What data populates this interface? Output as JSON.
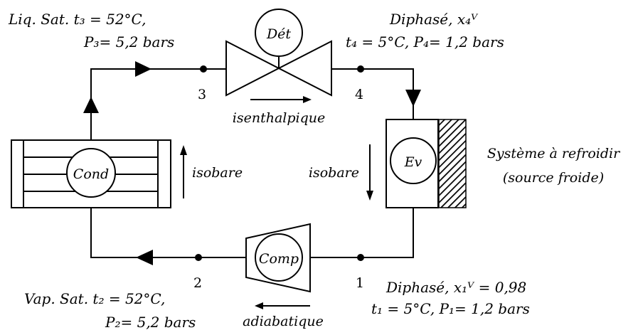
{
  "states": {
    "s3": {
      "line1": "Liq. Sat. t₃ = 52°C,",
      "line2": "P₃= 5,2 bars",
      "point": "3"
    },
    "s4": {
      "line1": "Diphasé, x₄ⱽ",
      "line2": "t₄ = 5°C, P₄= 1,2 bars",
      "point": "4"
    },
    "s1": {
      "line1": "Diphasé, x₁ⱽ = 0,98",
      "line2": "t₁ = 5°C, P₁= 1,2 bars",
      "point": "1"
    },
    "s2": {
      "line1": "Vap. Sat. t₂ = 52°C,",
      "line2": "P₂= 5,2 bars",
      "point": "2"
    }
  },
  "components": {
    "expansion_valve": "Dét",
    "evaporator": "Ev",
    "condenser": "Cond",
    "compressor": "Comp"
  },
  "processes": {
    "expansion": "isenthalpique",
    "evaporation": "isobare",
    "condensation": "isobare",
    "compression": "adiabatique"
  },
  "cold_source": {
    "line1": "Système à refroidir",
    "line2": "(source froide)"
  }
}
